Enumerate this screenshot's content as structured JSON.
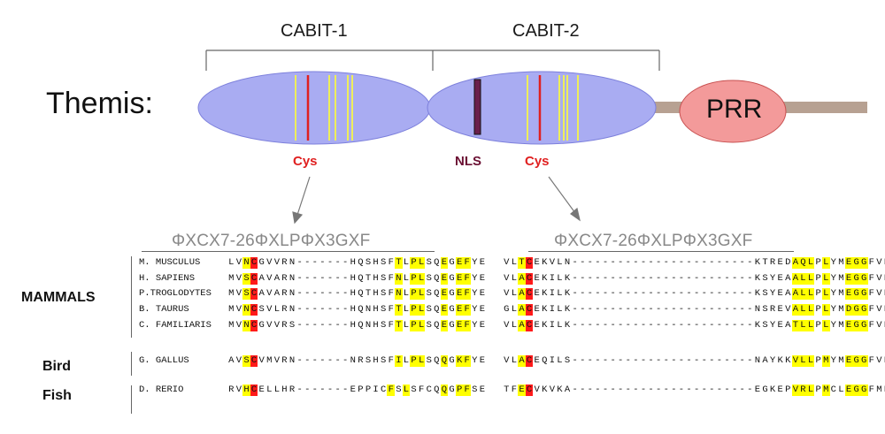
{
  "colors": {
    "domain_fill": "#a9acf2",
    "domain_edge": "#7d80dc",
    "prr_fill": "#f39a9a",
    "prr_edge": "#c85050",
    "tail": "#b7a192",
    "cys": "#e02020",
    "nls_fill": "#6a1f4b",
    "nls_text": "#6b1033",
    "motif_bar": "#ffff33",
    "align_yellow": "#ffff00",
    "align_red": "#ff1a1a"
  },
  "top": {
    "domains": [
      "CABIT-1",
      "CABIT-2"
    ],
    "protein": "Themis:",
    "prr": "PRR",
    "cys_label": "Cys",
    "nls_label": "NLS"
  },
  "motif": "ΦXCX7-26ΦXLPΦX3GXF",
  "groups": [
    {
      "label": "MAMMALS",
      "rows": [
        0,
        1,
        2,
        3,
        4
      ]
    },
    {
      "label": "Bird",
      "rows": [
        5
      ]
    },
    {
      "label": "Fish",
      "rows": [
        6
      ]
    }
  ],
  "species": [
    "M. MUSCULUS",
    "H. SAPIENS",
    "P.TROGLODYTES",
    "B. TAURUS",
    "C. FAMILIARIS",
    "G. GALLUS",
    "D. RERIO"
  ],
  "alignment_left": [
    "LVNCGVVRN-------HQSHSFTLPLSQEGEFYE",
    "MVSCAVARN-------HQTHSFNLPLSQEGEFYE",
    "MVSCAVARN-------HQTHSFNLPLSQEGEFYE",
    "MVNCSVLRN-------HQNHSFTLPLSQEGEFYE",
    "MVNCGVVRS-------HQNHSFTLPLSQEGEFYE",
    "AVSCVMVRN-------NRSHSFILPLSQQGKFYE",
    "RVHCELLHR-------EPPICFSLSFCQQGPFSE"
  ],
  "alignment_right": [
    "VLTCEKVLN------------------------KTREDAQLPLYMEGGFVE",
    "VLACEKILK------------------------KSYEAALLPLYMEGGFVE",
    "VLACEKILK------------------------KSYEAALLPLYMEGGFVE",
    "GLACEKILK------------------------NSREVALLPLYMDGGFVE",
    "VLACEKILK------------------------KSYEATLLPLYMEGGFVE",
    "VLACEQILS------------------------NAYKKVLLPMYMEGGFVE",
    "TFECVKVKA------------------------EGKEPVRLPMCLEGGFME"
  ]
}
